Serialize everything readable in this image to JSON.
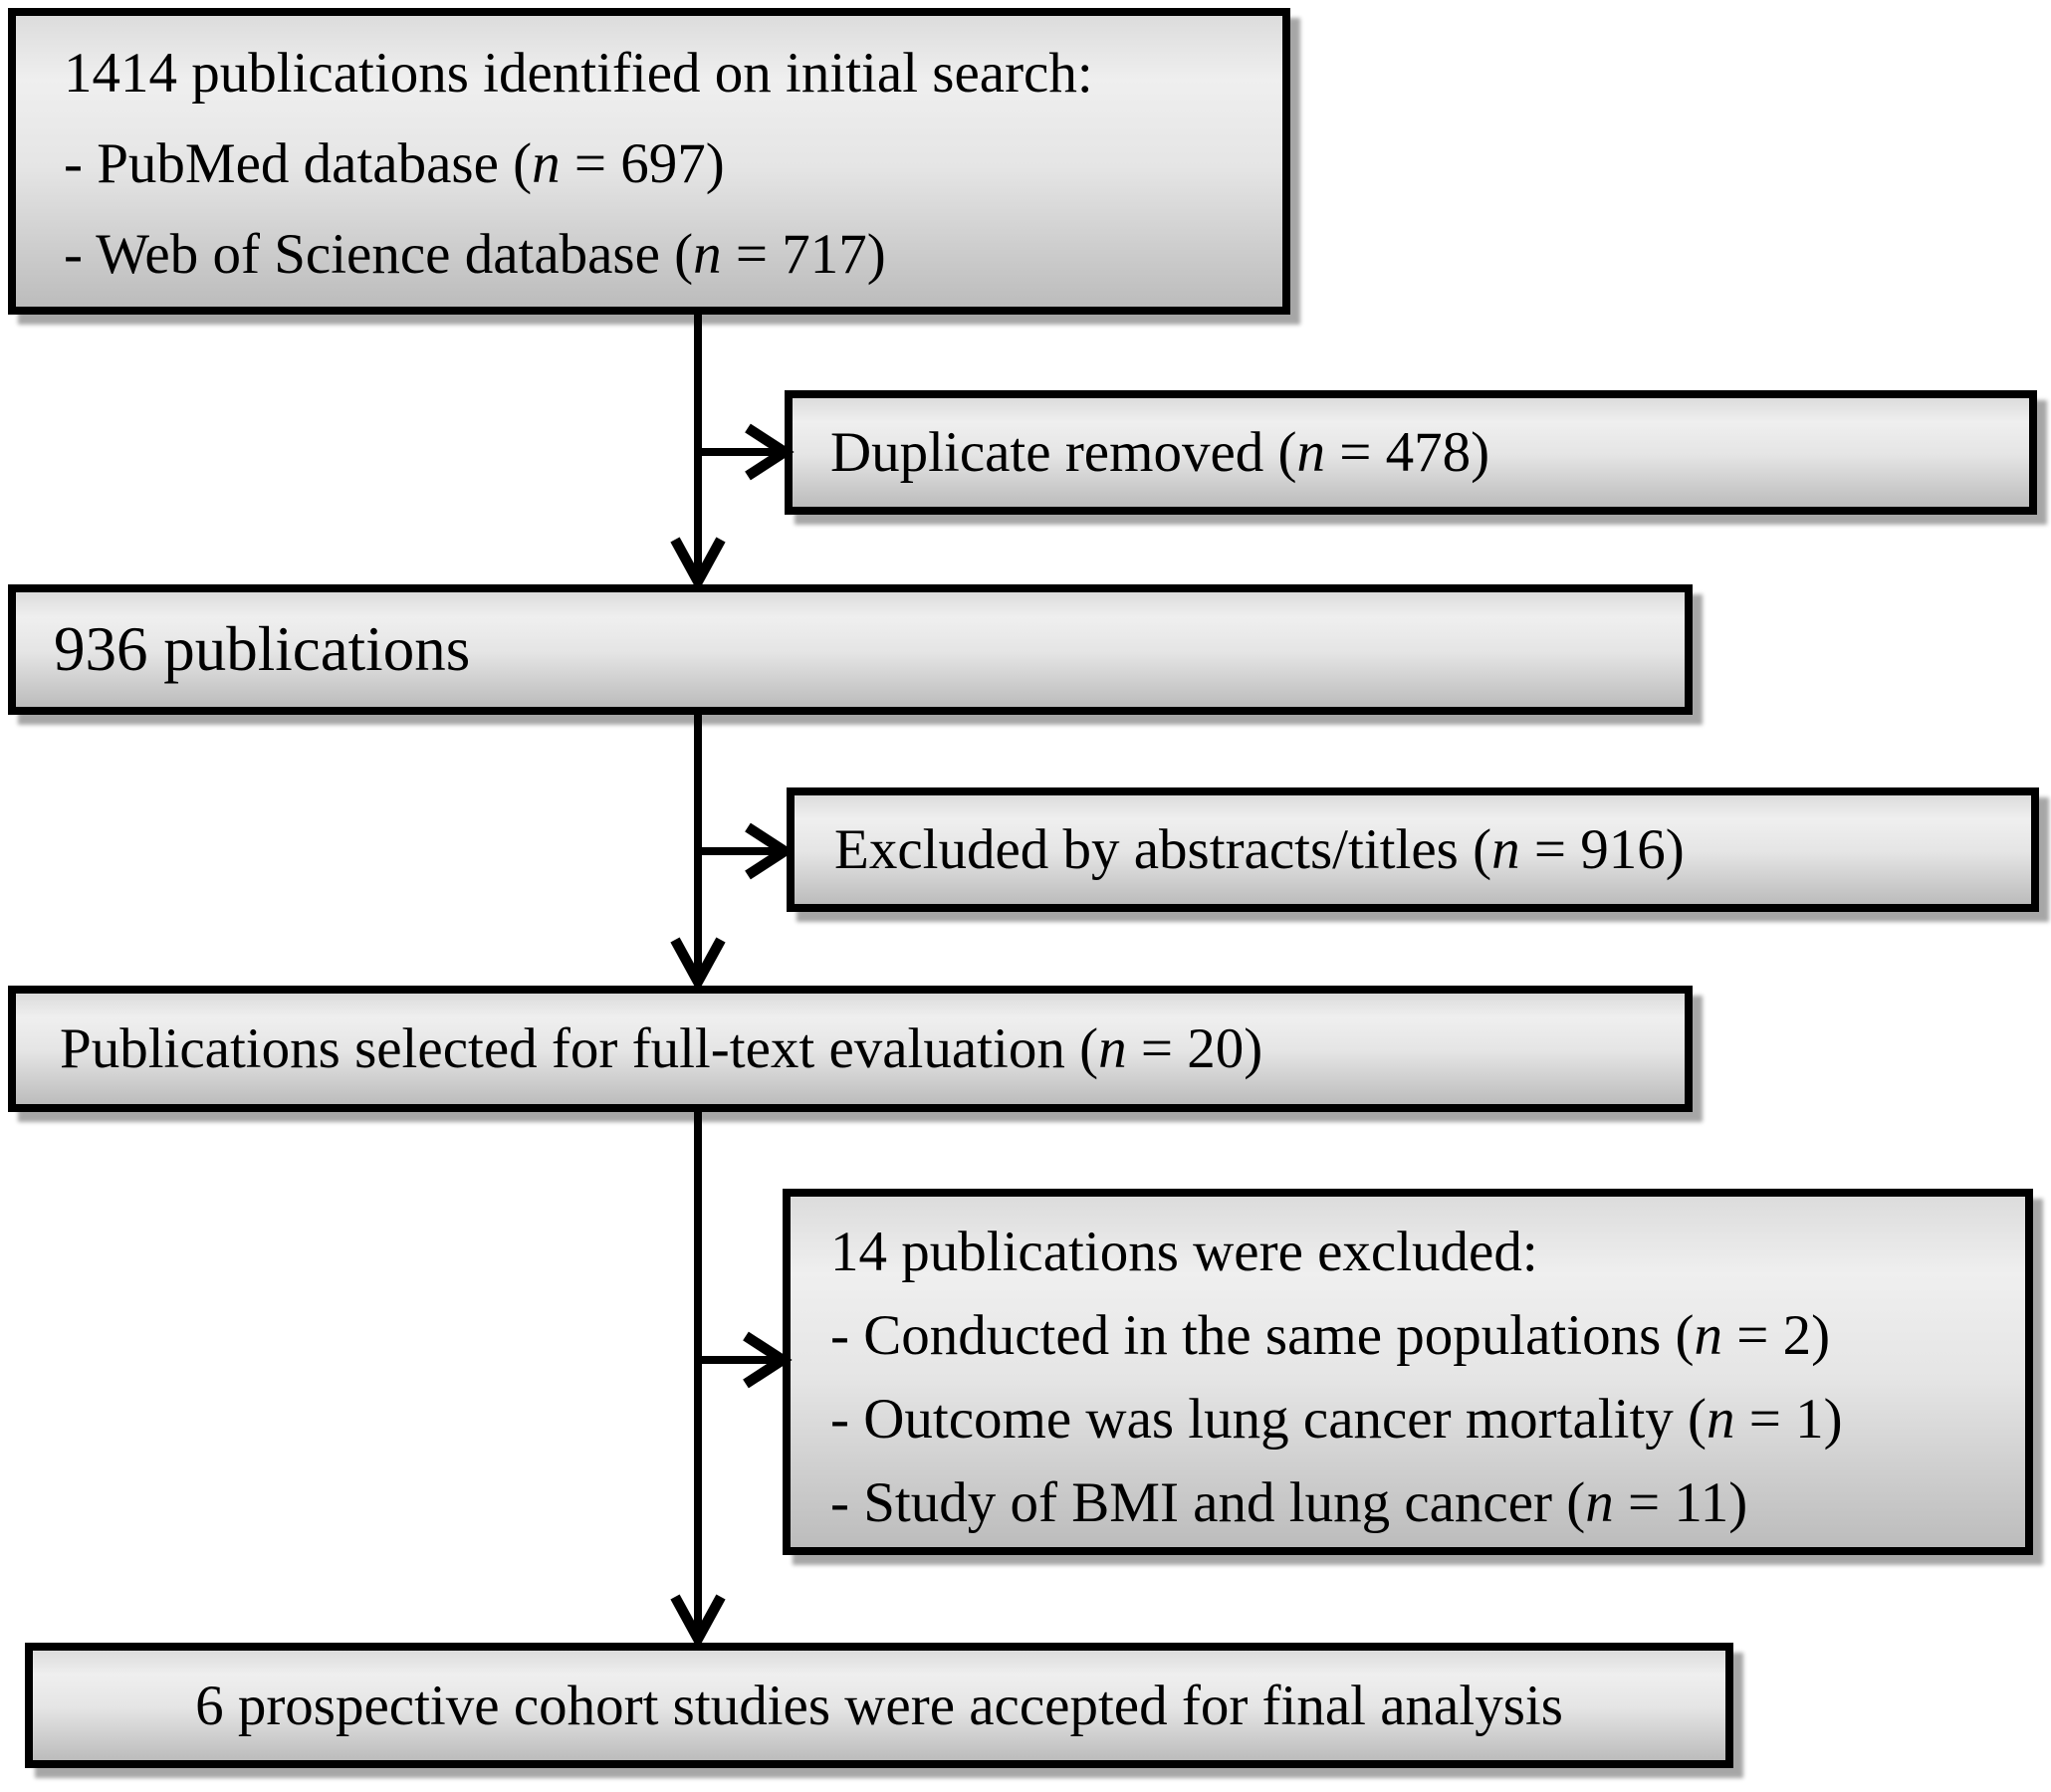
{
  "colors": {
    "background": "#ffffff",
    "box_border": "#000000",
    "fill_top": "#dcdcdc",
    "fill_light": "#efefef",
    "fill_mid": "#e5e5e5",
    "fill_dark": "#bcbcbc",
    "shadow": "rgba(0,0,0,0.35)",
    "arrow": "#000000",
    "text": "#000000"
  },
  "boxes": {
    "initial_search": {
      "lines": [
        [
          {
            "text": "1414 publications identified on initial search:"
          }
        ],
        [
          {
            "text": "- PubMed database ("
          },
          {
            "text": "n",
            "italic": true
          },
          {
            "text": " = 697)"
          }
        ],
        [
          {
            "text": "- Web of Science database ("
          },
          {
            "text": "n",
            "italic": true
          },
          {
            "text": " = 717)"
          }
        ]
      ]
    },
    "duplicate_removed": {
      "lines": [
        [
          {
            "text": "Duplicate removed ("
          },
          {
            "text": "n",
            "italic": true
          },
          {
            "text": " = 478)"
          }
        ]
      ]
    },
    "publications_936": {
      "lines": [
        [
          {
            "text": "936 publications"
          }
        ]
      ]
    },
    "excluded_abstracts": {
      "lines": [
        [
          {
            "text": "Excluded by abstracts/titles ("
          },
          {
            "text": "n",
            "italic": true
          },
          {
            "text": " = 916)"
          }
        ]
      ]
    },
    "fulltext_selected": {
      "lines": [
        [
          {
            "text": "Publications selected for full-text evaluation ("
          },
          {
            "text": "n",
            "italic": true
          },
          {
            "text": " = 20)"
          }
        ]
      ]
    },
    "excluded_fourteen": {
      "lines": [
        [
          {
            "text": "14 publications were excluded:"
          }
        ],
        [
          {
            "text": "- Conducted in the same populations ("
          },
          {
            "text": "n",
            "italic": true
          },
          {
            "text": " = 2)"
          }
        ],
        [
          {
            "text": "- Outcome was lung cancer mortality ("
          },
          {
            "text": "n",
            "italic": true
          },
          {
            "text": " = 1)"
          }
        ],
        [
          {
            "text": "- Study of BMI and lung cancer ("
          },
          {
            "text": "n",
            "italic": true
          },
          {
            "text": " = 11)"
          }
        ]
      ]
    },
    "final_analysis": {
      "lines": [
        [
          {
            "text": "6 prospective cohort studies were accepted for final analysis"
          }
        ]
      ]
    }
  }
}
